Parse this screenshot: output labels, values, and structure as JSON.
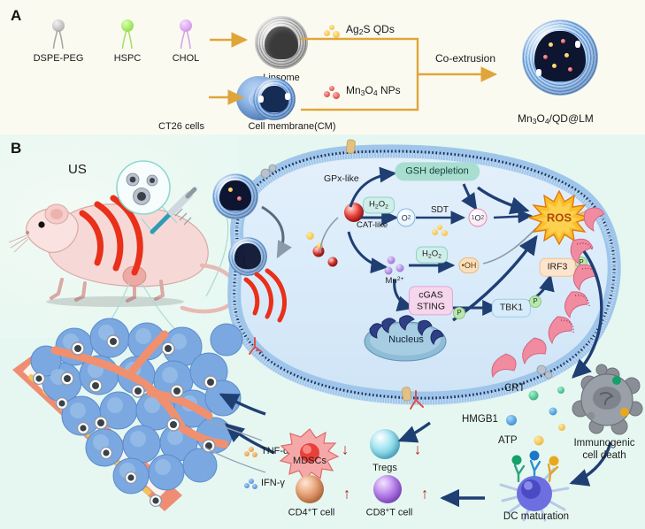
{
  "figure": {
    "panel_a_letter": "A",
    "panel_b_letter": "B",
    "panel_a_bg": "#fbfaf1",
    "panel_b_bg": "#e6f7f1"
  },
  "panel_a": {
    "components": [
      {
        "id": "dspe-peg",
        "label": "DSPE-PEG",
        "color": "#a9a9a9"
      },
      {
        "id": "hspc",
        "label": "HSPC",
        "color": "#8fe04f"
      },
      {
        "id": "chol",
        "label": "CHOL",
        "color": "#d79ae8"
      }
    ],
    "liposome_label": "Lipsome",
    "ct26_label": "CT26 cells",
    "cell_membrane_label": "Cell membrane(CM)",
    "cargo": [
      {
        "id": "ag2s-qds",
        "label": "Ag2S QDs",
        "html": "Ag<sub>2</sub>S QDs",
        "color": "#f0b524"
      },
      {
        "id": "mn3o4-nps",
        "label": "Mn3O4 NPs",
        "html": "Mn<sub>3</sub>O<sub>4</sub> NPs",
        "color": "#cc2a2a"
      }
    ],
    "coextrusion_label": "Co-extrusion",
    "product_label": "Mn3O4/QD@LM",
    "product_html": "Mn<sub>3</sub>O<sub>4</sub>/QD@LM",
    "arrow_color": "#e0a53a"
  },
  "panel_b": {
    "ultrasound_label": "US",
    "intracellular": {
      "gpx_label": "GPx-like",
      "gsh_label": "GSH depletion",
      "cat_label": "CAT-like",
      "h2o2_label": "H2O2",
      "h2o2_html": "H<sub>2</sub>O<sub>2</sub>",
      "o2_label": "O2",
      "o2_html": "O<sub>2</sub>",
      "sdt_label": "SDT",
      "singlet_o2_label": "1O2",
      "singlet_o2_html": "<sup>1</sup>O<sub>2</sub>",
      "ros_label": "ROS",
      "mn_label": "Mn2+",
      "mn_html": "Mn<sup>2+</sup>",
      "oh_label": "•OH",
      "cgas_label": "cGAS",
      "sting_label": "STING",
      "tbk1_label": "TBK1",
      "irf3_label": "IRF3",
      "phospho_tag": "P",
      "nucleus_label": "Nucleus"
    },
    "icd": {
      "crt_label": "CRT",
      "hmgb1_label": "HMGB1",
      "atp_label": "ATP",
      "icd_label": "Immunogenic\ncell death",
      "icd_line1": "Immunogenic",
      "icd_line2": "cell death",
      "dc_label": "DC maturation",
      "crt_color": "#14a06a",
      "hmgb1_color": "#1b77c7",
      "atp_color": "#e9a81c"
    },
    "immune": [
      {
        "id": "mdscs",
        "label": "MDSCs",
        "trend": "↓",
        "color": "#e8413a"
      },
      {
        "id": "tregs",
        "label": "Tregs",
        "trend": "↓",
        "color": "#4fb9d6"
      },
      {
        "id": "cd4",
        "label": "CD4+T cell",
        "html": "CD4<sup>+</sup>T cell",
        "trend": "↑",
        "color": "#b86a3c"
      },
      {
        "id": "cd8",
        "label": "CD8+T cell",
        "html": "CD8<sup>+</sup>T cell",
        "trend": "↑",
        "color": "#8048c9"
      }
    ],
    "cytokines": [
      {
        "id": "tnf-alpha",
        "label": "TNF-α",
        "color": "#e08a2a"
      },
      {
        "id": "ifn-gamma",
        "label": "IFN-γ",
        "color": "#3a79c9"
      }
    ],
    "arrow_color": "#1f3f73",
    "trend_color": "#b8202a"
  }
}
